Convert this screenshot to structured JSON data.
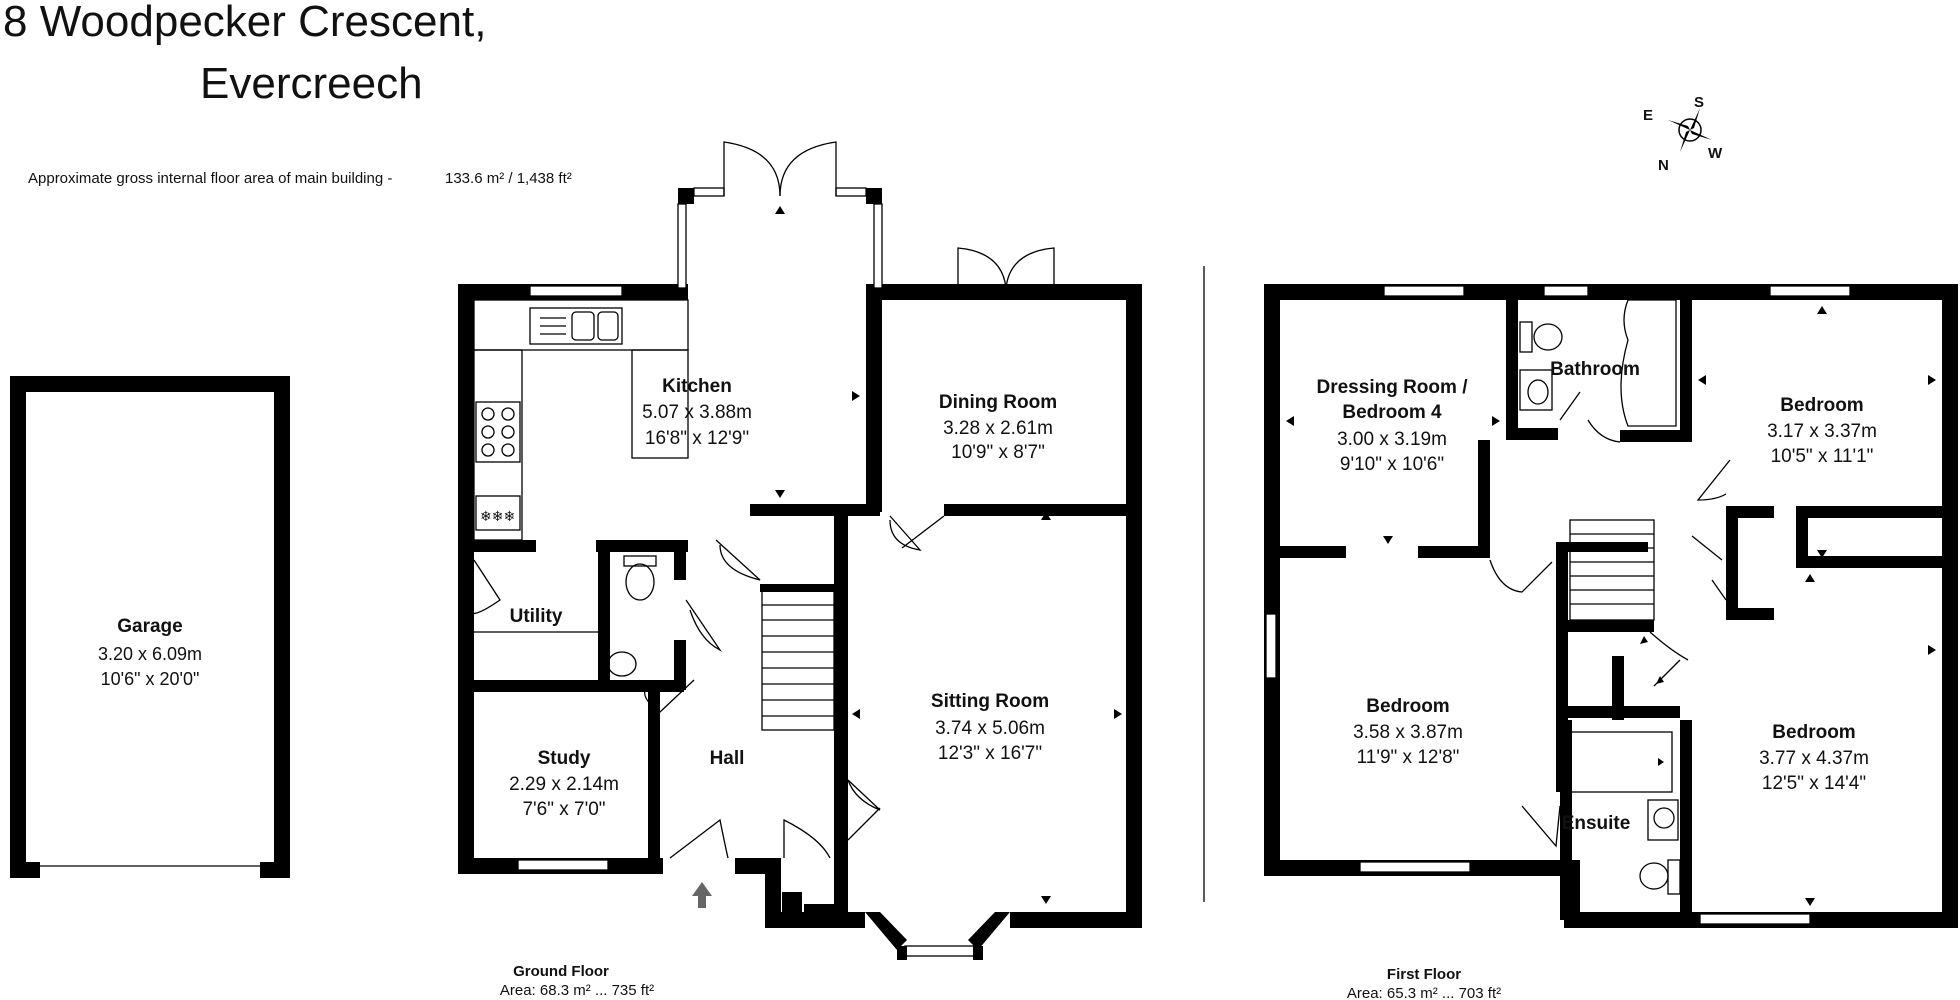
{
  "title": {
    "line1": "8 Woodpecker Crescent,",
    "line2": "Evercreech"
  },
  "area_summary": {
    "label": "Approximate gross internal floor area of main building  -",
    "value": "133.6 m² /  1,438 ft²"
  },
  "compass": {
    "e": "E",
    "s": "S",
    "n": "N",
    "w": "W"
  },
  "garage": {
    "name": "Garage",
    "metric": "3.20 x 6.09m",
    "imperial": "10'6\" x 20'0\""
  },
  "ground_floor": {
    "label": "Ground Floor",
    "area": "Area: 68.3 m² ... 735 ft²",
    "rooms": {
      "kitchen": {
        "name": "Kitchen",
        "metric": "5.07 x 3.88m",
        "imperial": "16'8\" x 12'9\""
      },
      "dining": {
        "name": "Dining Room",
        "metric": "3.28 x 2.61m",
        "imperial": "10'9\" x 8'7\""
      },
      "utility": {
        "name": "Utility"
      },
      "study": {
        "name": "Study",
        "metric": "2.29 x 2.14m",
        "imperial": "7'6\" x 7'0\""
      },
      "hall": {
        "name": "Hall"
      },
      "sitting": {
        "name": "Sitting Room",
        "metric": "3.74 x 5.06m",
        "imperial": "12'3\" x 16'7\""
      }
    }
  },
  "first_floor": {
    "label": "First Floor",
    "area": "Area: 65.3 m² ... 703 ft²",
    "rooms": {
      "dressing": {
        "name1": "Dressing Room /",
        "name2": "Bedroom 4",
        "metric": "3.00 x 3.19m",
        "imperial": "9'10\" x 10'6\""
      },
      "bathroom": {
        "name": "Bathroom"
      },
      "bedroom_ne": {
        "name": "Bedroom",
        "metric": "3.17 x 3.37m",
        "imperial": "10'5\" x 11'1\""
      },
      "bedroom_w": {
        "name": "Bedroom",
        "metric": "3.58 x 3.87m",
        "imperial": "11'9\" x 12'8\""
      },
      "bedroom_se": {
        "name": "Bedroom",
        "metric": "3.77 x 4.37m",
        "imperial": "12'5\" x 14'4\""
      },
      "ensuite": {
        "name": "Ensuite"
      }
    }
  }
}
